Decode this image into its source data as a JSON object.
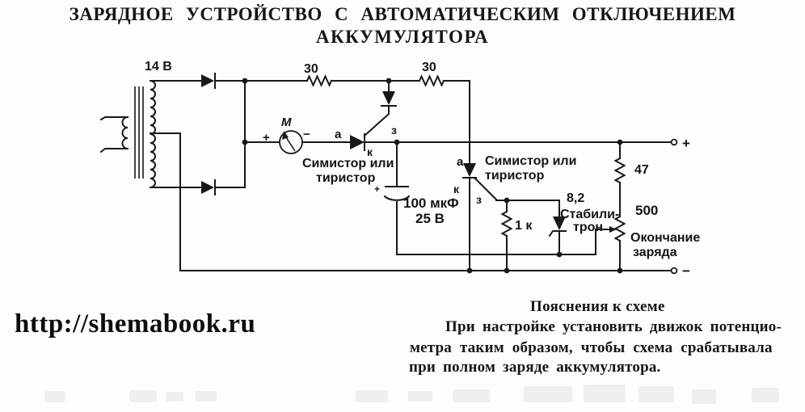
{
  "title": {
    "line1": "ЗАРЯДНОЕ УСТРОЙСТВО С АВТОМАТИЧЕСКИМ ОТКЛЮЧЕНИЕМ",
    "line2": "АККУМУЛЯТОРА"
  },
  "watermark": {
    "url": "http://shemabook.ru"
  },
  "notes": {
    "heading": "Пояснения к схеме",
    "lines": [
      "При настройке установить движок потенцио-",
      "метра таким образом, чтобы схема срабатывала",
      "при полном заряде аккумулятора."
    ]
  },
  "schematic": {
    "transformer": {
      "voltage": "14 В"
    },
    "r1": "30",
    "r2": "30",
    "meter": {
      "name": "М",
      "plus": "+",
      "minus": "−"
    },
    "t1": {
      "a": "а",
      "k": "к",
      "g": "з",
      "name1": "Симистор или",
      "name2": "тиристор"
    },
    "t2": {
      "a": "а",
      "k": "к",
      "g": "з",
      "name1": "Симистор или",
      "name2": "тиристор"
    },
    "cap": {
      "value": "100 мкФ",
      "voltage": "25 В",
      "polarity": "+"
    },
    "r3": "1 к",
    "zener": {
      "voltage": "8,2",
      "name1": "Стабили-",
      "name2": "трон"
    },
    "r4": "47",
    "pot": {
      "value": "500",
      "caption1": "Окончание",
      "caption2": "заряда"
    },
    "out": {
      "plus": "+",
      "minus": "−"
    }
  },
  "ink": "#181818",
  "paper": "#fdfdfc"
}
